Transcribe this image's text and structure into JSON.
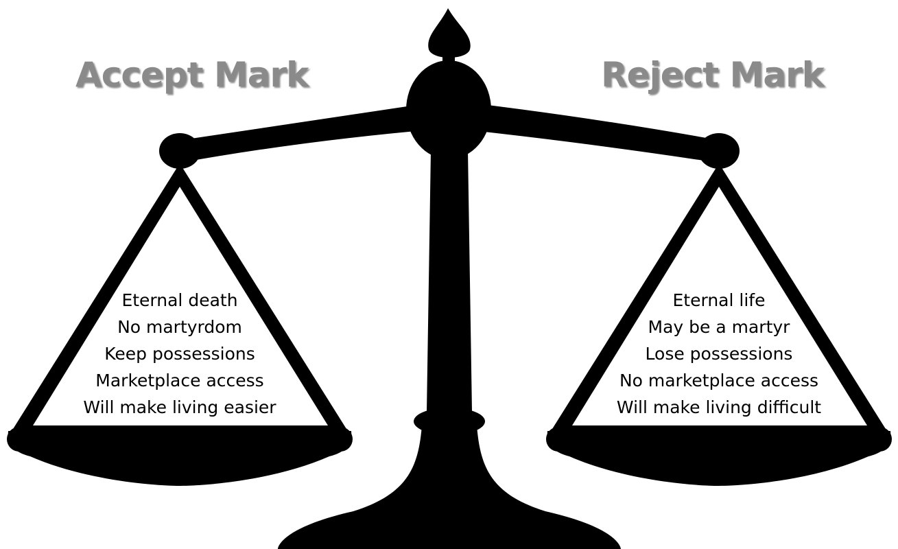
{
  "headings": {
    "left": "Accept Mark",
    "right": "Reject Mark"
  },
  "left_pan": {
    "items": [
      "Eternal death",
      "No martyrdom",
      "Keep possessions",
      "Marketplace access",
      "Will make living easier"
    ]
  },
  "right_pan": {
    "items": [
      "Eternal life",
      "May be a martyr",
      "Lose possessions",
      "No marketplace access",
      "Will make living difficult"
    ]
  },
  "colors": {
    "silhouette": "#000000",
    "heading_text": "#8a8a8a",
    "background": "#ffffff"
  },
  "icons": {
    "scale": "balance-scale-icon"
  }
}
